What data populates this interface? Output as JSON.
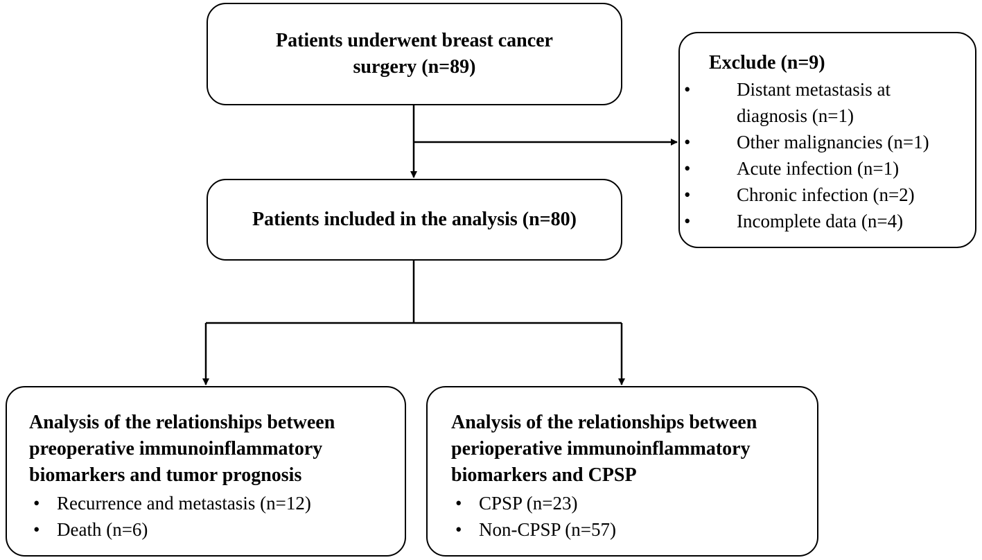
{
  "diagram": {
    "start": {
      "text": "Patients underwent breast cancer surgery (n=89)"
    },
    "exclude": {
      "title": "Exclude (n=9)",
      "items": [
        "Distant metastasis at diagnosis (n=1)",
        "Other malignancies (n=1)",
        "Acute infection (n=1)",
        "Chronic infection (n=2)",
        "Incomplete data (n=4)"
      ]
    },
    "included": {
      "text": "Patients included in the analysis (n=80)"
    },
    "left": {
      "title": "Analysis of the relationships between preoperative immunoinflammatory biomarkers and tumor prognosis",
      "items": [
        "Recurrence and metastasis (n=12)",
        "Death (n=6)"
      ]
    },
    "right": {
      "title": "Analysis of the relationships between perioperative immunoinflammatory biomarkers and CPSP",
      "items": [
        "CPSP (n=23)",
        "Non-CPSP (n=57)"
      ]
    }
  }
}
